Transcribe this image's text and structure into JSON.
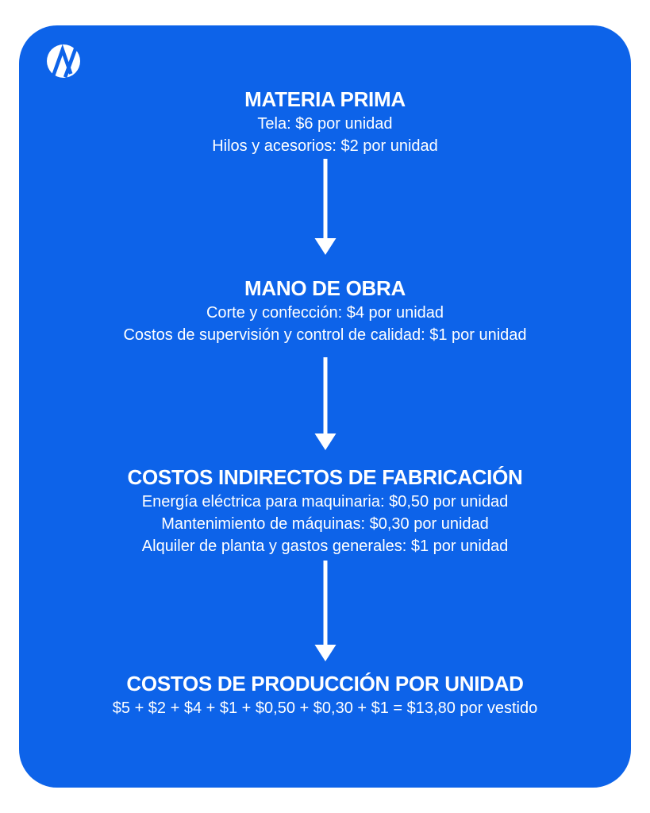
{
  "colors": {
    "page_background": "#ffffff",
    "card_background": "#0d63e9",
    "text": "#ffffff"
  },
  "logo": {
    "icon": "circle-lambda-slash-logo"
  },
  "flow": {
    "connector_icon": "down-arrow",
    "sections": [
      {
        "title": "MATERIA PRIMA",
        "lines": [
          "Tela: $6 por unidad",
          "Hilos y acesorios: $2 por unidad"
        ]
      },
      {
        "title": "MANO DE OBRA",
        "lines": [
          "Corte y confección: $4 por unidad",
          "Costos de supervisión y control de calidad: $1 por unidad"
        ]
      },
      {
        "title": "COSTOS INDIRECTOS DE FABRICACIÓN",
        "lines": [
          "Energía eléctrica para maquinaria: $0,50 por unidad",
          "Mantenimiento de máquinas: $0,30 por unidad",
          "Alquiler de planta y gastos generales: $1 por unidad"
        ]
      },
      {
        "title": "COSTOS DE PRODUCCIÓN POR UNIDAD",
        "lines": [
          "$5 + $2 + $4 + $1 + $0,50 + $0,30 + $1 = $13,80 por vestido"
        ]
      }
    ]
  }
}
